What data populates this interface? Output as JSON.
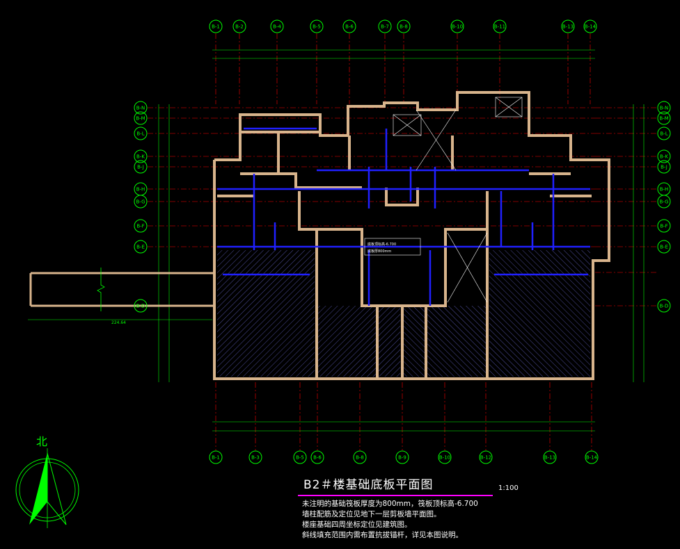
{
  "drawing": {
    "title": "B2＃楼基础底板平面图",
    "scale": "1:100",
    "north": "北",
    "notes": [
      "未注明的基础筏板厚度为800mm，筏板顶标高-6.700",
      "墙柱配筋及定位见地下一层剪板墙平面图。",
      "楼座基础四周坐标定位见建筑图。",
      "斜线填充范围内需布置抗拔锚杆，详见本图说明。"
    ],
    "center_note_1": "底板顶标高-6.700",
    "center_note_2": "底板厚800mm",
    "left_dim": "224.64",
    "top_axes": [
      "B-1",
      "B-2",
      "B-4",
      "B-5",
      "B-6",
      "B-7",
      "B-8",
      "B-10",
      "B-11",
      "B-13",
      "B-14"
    ],
    "bottom_axes": [
      "B-1",
      "B-3",
      "B-5",
      "B-6",
      "B-8",
      "B-9",
      "B-10",
      "B-12",
      "B-13",
      "B-14"
    ],
    "left_axes": [
      "B-N",
      "B-M",
      "B-L",
      "B-K",
      "B-J",
      "B-H",
      "B-G",
      "B-F",
      "B-E"
    ],
    "right_axes": [
      "B-N",
      "B-M",
      "B-L",
      "B-K",
      "B-J",
      "B-H",
      "B-G",
      "B-F",
      "B-E"
    ],
    "colors": {
      "background": "#000000",
      "axis": "#00ff00",
      "grid": "#ff0000",
      "wall": "#d8b48c",
      "beam": "#2020ff",
      "hatch": "#8080ff",
      "title_underline": "#ff00ff"
    }
  }
}
